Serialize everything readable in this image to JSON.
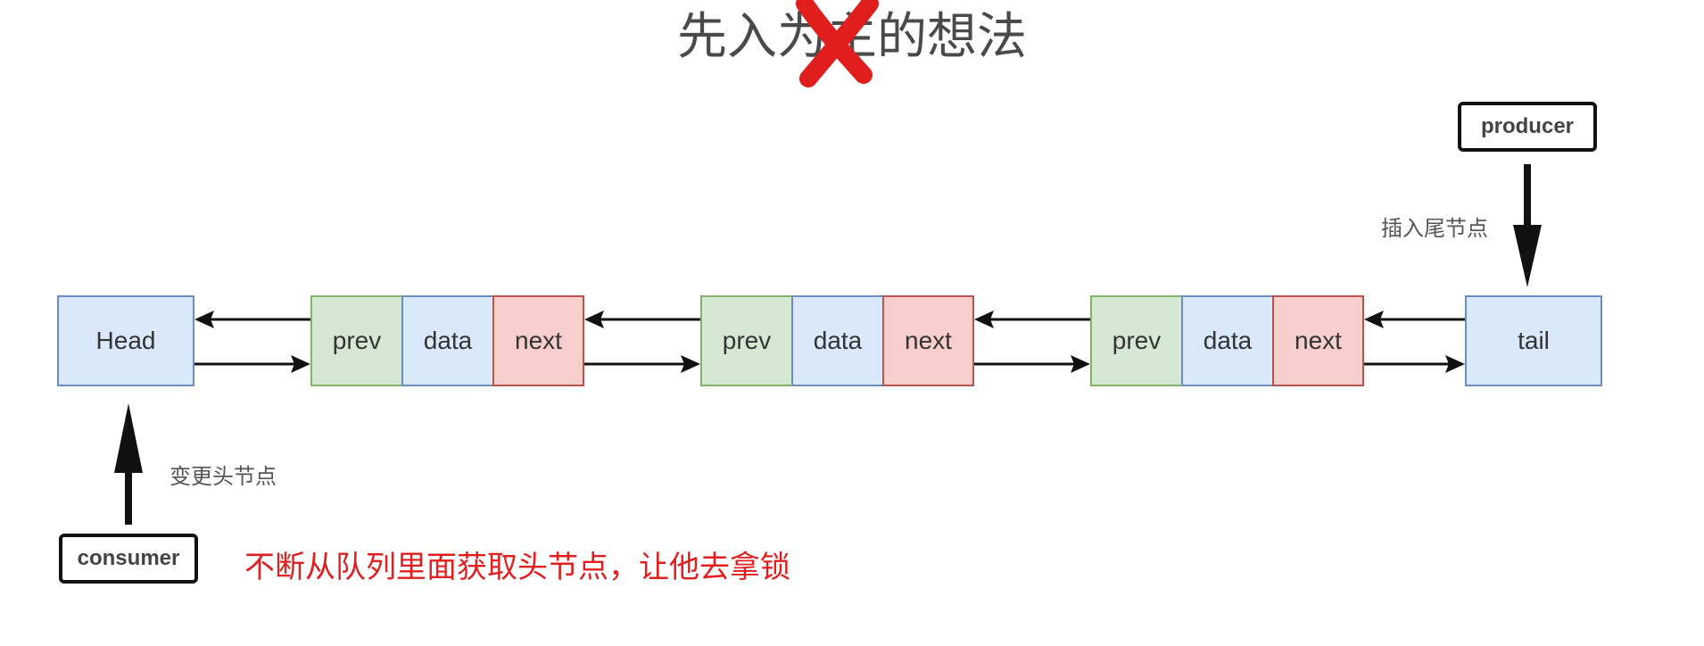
{
  "title": "先入为主的想法",
  "nodes": {
    "head": "Head",
    "tail": "tail",
    "prev": "prev",
    "data": "data",
    "next": "next"
  },
  "actors": {
    "producer": "producer",
    "consumer": "consumer"
  },
  "labels": {
    "insert_tail": "插入尾节点",
    "change_head": "变更头节点"
  },
  "note": "不断从队列里面获取头节点，让他去拿锁",
  "colors": {
    "blue_fill": "#dae8fc",
    "green_fill": "#d5e8d4",
    "red_fill": "#f8cecc",
    "cross": "#e01e1e",
    "note": "#e02020"
  }
}
